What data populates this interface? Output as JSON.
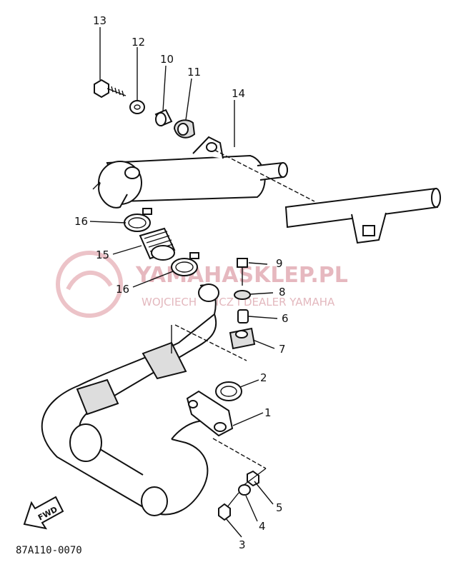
{
  "diagram_code": "87A110-0070",
  "fwd_label": "FWD",
  "watermark": {
    "brand": "YAMAHASKLEP.PL",
    "subtitle": "WOJCIECHOWICZ I DEALER YAMAHA"
  },
  "callouts": [
    "1",
    "2",
    "3",
    "4",
    "5",
    "6",
    "7",
    "8",
    "9",
    "10",
    "11",
    "12",
    "13",
    "14",
    "15",
    "16",
    "16"
  ]
}
